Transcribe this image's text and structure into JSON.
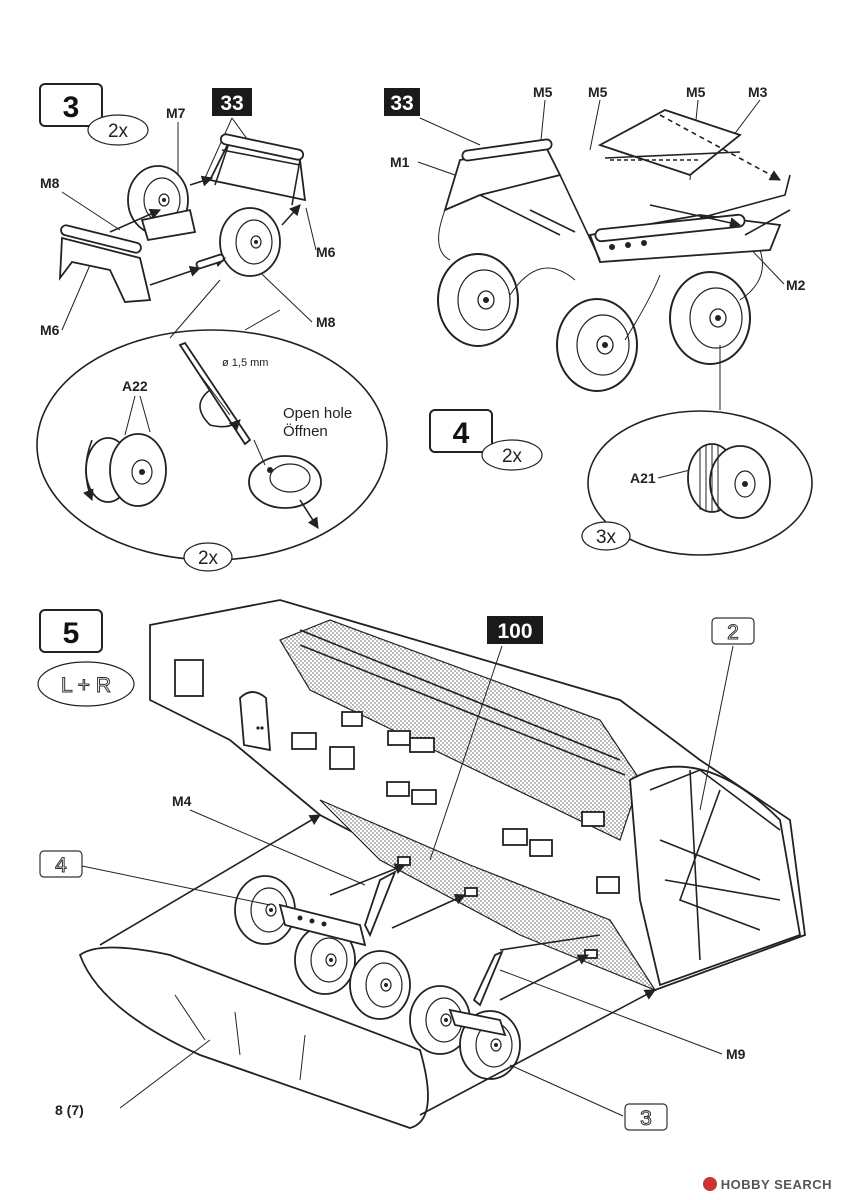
{
  "step3": {
    "number": "3",
    "multiplier": "2x",
    "part_ref": "33",
    "labels": [
      "M7",
      "M8",
      "M6",
      "M6",
      "M8"
    ],
    "detail": {
      "part": "A22",
      "drill": "ø 1,5 mm",
      "instruction_en": "Open hole",
      "instruction_de": "Öffnen",
      "multiplier": "2x"
    }
  },
  "step3b": {
    "part_ref": "33",
    "labels": [
      "M5",
      "M5",
      "M5",
      "M3",
      "M1",
      "M2"
    ]
  },
  "step4": {
    "number": "4",
    "multiplier": "2x",
    "detail": {
      "part": "A21",
      "multiplier": "3x"
    }
  },
  "step5": {
    "number": "5",
    "side": "L + R",
    "part_ref_main": "100",
    "part_ref_2": "2",
    "part_ref_4": "4",
    "part_ref_3": "3",
    "labels": {
      "m4": "M4",
      "m9": "M9",
      "part8": "8 (7)"
    }
  },
  "footer": {
    "watermark": "HOBBY SEARCH"
  }
}
